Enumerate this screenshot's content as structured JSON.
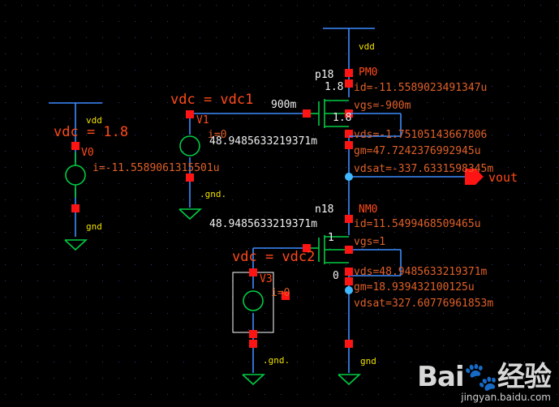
{
  "colors": {
    "wire": "#3c8cff",
    "wire_alt": "#4a90ff",
    "net_label": "#f0e000",
    "pin": "#ff1414",
    "device_green": "#00cc44",
    "param_text": "#ff4a1a",
    "annot_text": "#e06028",
    "value_text": "#f0f0f0",
    "instance_text": "#f8f8f8",
    "grid_dot": "#2e3a88",
    "highlight": "#40b8ff",
    "selection_box": "#ffffff"
  },
  "labels": {
    "vdd_top": "vdd",
    "vdd_left": "vdd",
    "gnd_left": "gnd",
    "gnd_v1": ".gnd.",
    "gnd_v3": ".gnd.",
    "gnd_bottom": "gnd",
    "vout": "vout"
  },
  "source_v0": {
    "name": "V0",
    "param": "vdc = 1.8",
    "current": "i=-11.5589061315501u"
  },
  "source_v1": {
    "name": "V1",
    "param": "vdc = vdc1",
    "current": "i=0",
    "node_voltage": "900m"
  },
  "source_v3": {
    "name": "V3",
    "param": "vdc = vdc2",
    "current": "i=0"
  },
  "pmos": {
    "model": "p18",
    "name": "PM0",
    "w": "1.8",
    "l": "1.8",
    "id": "id=-11.5589023491347u",
    "vgs": "vgs=-900m",
    "vds": "vds=-1.75105143667806",
    "gm": "gm=47.7242376992945u",
    "vdsat": "vdsat=-337.633159834​5m"
  },
  "nmos": {
    "model": "n18",
    "name": "NM0",
    "w": "1",
    "l": "0",
    "id": "id=11.5499468509465u",
    "vgs": "vgs=1",
    "vds": "vds=48.9485633219371m",
    "gm": "gm=18.939432100125u",
    "vdsat": "vdsat=327.60776961853m"
  },
  "node_voltages": {
    "pmos_drain": "48.9485633219371m",
    "nmos_gate": "48.9485633219371m"
  },
  "watermark": {
    "brand": "Bai",
    "brand_cn": "经验",
    "url": "jingyan.baidu.com"
  }
}
